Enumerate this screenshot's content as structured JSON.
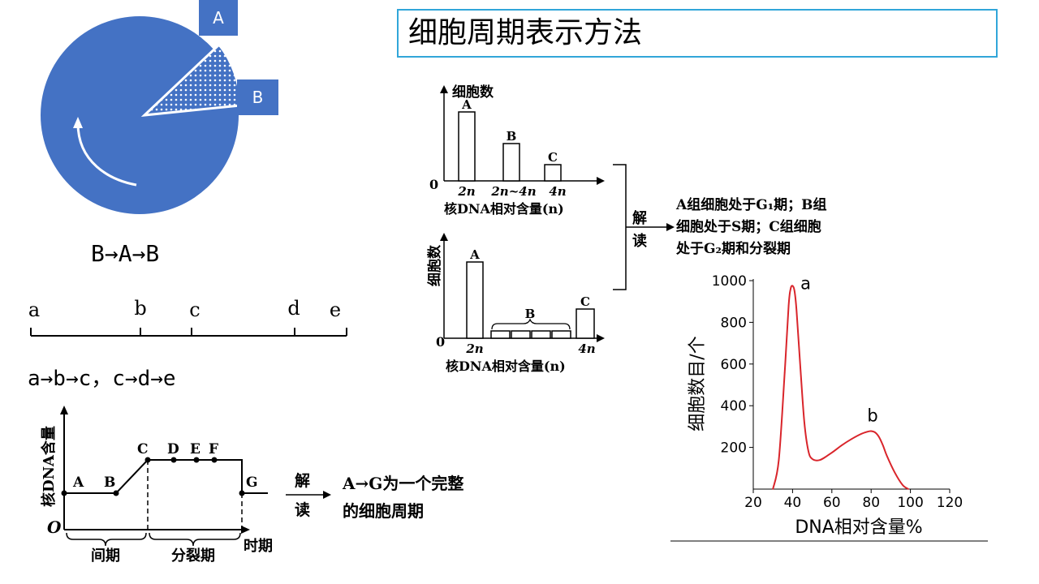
{
  "title": "细胞周期表示方法",
  "pie": {
    "label_a": "A",
    "label_b": "B",
    "sequence": "B→A→B"
  },
  "line_segment": {
    "points": [
      "a",
      "b",
      "c",
      "d",
      "e"
    ],
    "sequence": "a→b→c，c→d→e"
  },
  "dna_curve": {
    "ylabel": "核DNA含量",
    "origin": "O",
    "points": [
      "A",
      "B",
      "C",
      "D",
      "E",
      "F",
      "G"
    ],
    "xlabel": "时期",
    "phase_interphase": "间期",
    "phase_division": "分裂期",
    "interpret_label": "解读",
    "interpretation_line1": "A→G为一个完整",
    "interpretation_line2": "的细胞周期"
  },
  "histograms": {
    "top_ylabel": "细胞数",
    "bottom_ylabel": "细胞数",
    "zero": "0",
    "top_bar_labels": [
      "A",
      "B",
      "C"
    ],
    "top_x_ticks": [
      "2n",
      "2n~4n",
      "4n"
    ],
    "bottom_bar_labels": [
      "A",
      "B",
      "C"
    ],
    "bottom_x_ticks": [
      "2n",
      "4n"
    ],
    "xlabel": "核DNA相对含量(n)",
    "interpret_label": "解读",
    "interpretation_line1": "A组细胞处于G₁期；B组",
    "interpretation_line2": "细胞处于S期；C组细胞",
    "interpretation_line3": "处于G₂期和分裂期"
  },
  "chart_data": {
    "type": "line",
    "title": "",
    "xlabel": "DNA相对含量%",
    "ylabel": "细胞数目/个",
    "xlim": [
      20,
      120
    ],
    "ylim": [
      0,
      1000
    ],
    "x_ticks": [
      "20",
      "40",
      "60",
      "80",
      "100",
      "120"
    ],
    "y_ticks": [
      "200",
      "400",
      "600",
      "800",
      "1000"
    ],
    "series": [
      {
        "color": "#d9252b",
        "x": [
          30,
          33,
          36,
          38,
          39,
          40,
          41,
          42,
          44,
          46,
          48,
          50,
          54,
          60,
          65,
          70,
          75,
          78,
          80,
          82,
          84,
          86,
          88,
          92,
          96,
          99
        ],
        "y": [
          0,
          140,
          560,
          880,
          960,
          975,
          950,
          860,
          580,
          320,
          185,
          145,
          140,
          175,
          210,
          240,
          265,
          275,
          278,
          272,
          250,
          210,
          160,
          80,
          20,
          0
        ]
      }
    ],
    "annotations": [
      {
        "text": "a",
        "x": 44,
        "y": 960
      },
      {
        "text": "b",
        "x": 78,
        "y": 325
      }
    ],
    "grid": false,
    "legend": "none"
  }
}
